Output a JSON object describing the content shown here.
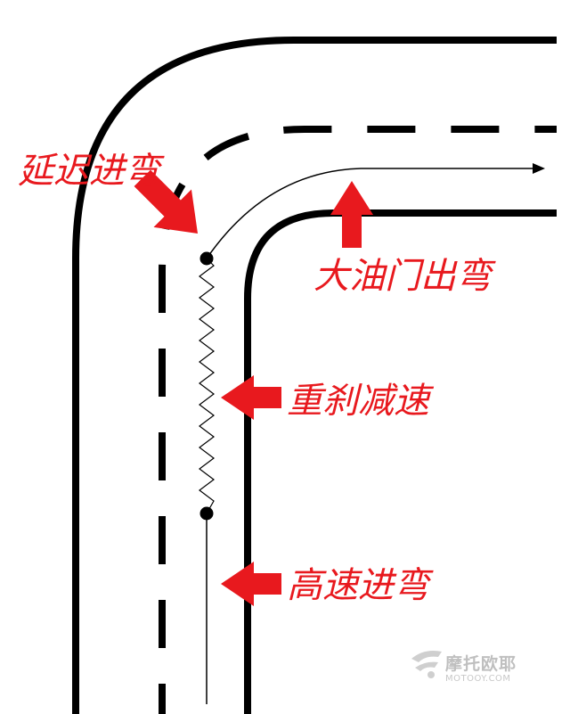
{
  "labels": {
    "delay_turn_in": "延迟进弯",
    "full_throttle_exit": "大油门出弯",
    "hard_braking": "重刹减速",
    "high_speed_entry": "高速进弯"
  },
  "watermark": {
    "title": "摩托欧耶",
    "subtitle": "MOTOOY.COM"
  },
  "colors": {
    "road_line": "#000000",
    "annotation": "#e8191e",
    "background": "#ffffff",
    "watermark": "#bfbfbf"
  },
  "icons": {
    "arrow": "arrow-icon",
    "logo": "motooy-logo-icon"
  }
}
